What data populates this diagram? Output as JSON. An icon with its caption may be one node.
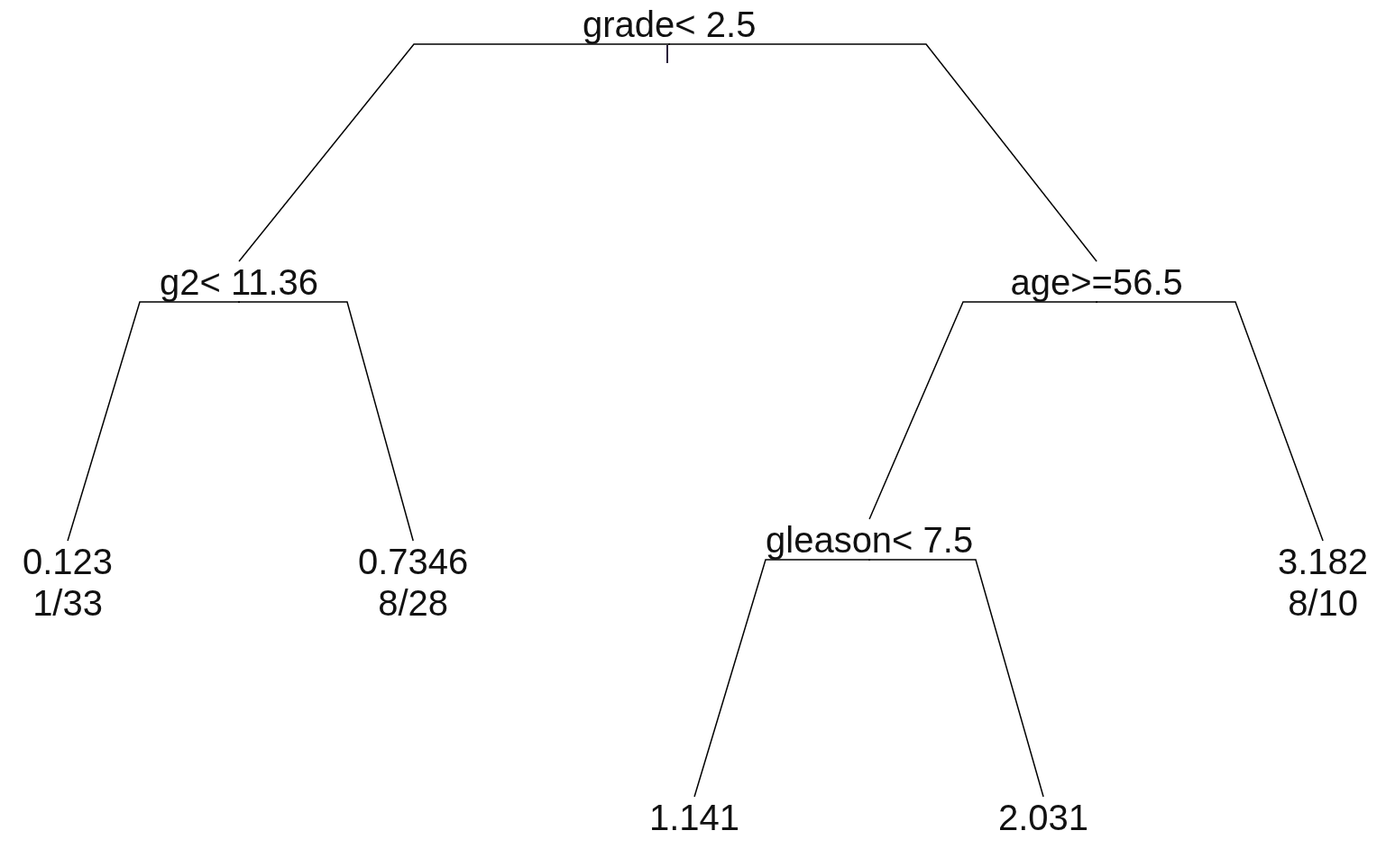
{
  "diagram": {
    "nodes": [
      {
        "text": [
          "grade< 2.5"
        ]
      },
      {
        "text": [
          "g2< 11.36"
        ]
      },
      {
        "text": [
          "0.123",
          "1/33"
        ]
      },
      {
        "text": [
          "0.7346",
          "8/28"
        ]
      },
      {
        "text": [
          "age>=56.5"
        ]
      },
      {
        "text": [
          "gleason< 7.5"
        ]
      },
      {
        "text": [
          "1.141"
        ]
      },
      {
        "text": [
          "2.031"
        ]
      },
      {
        "text": [
          "3.182",
          "8/10"
        ]
      }
    ],
    "edges": [
      {
        "from": 0,
        "to": 1,
        "arrow": "none"
      },
      {
        "from": 1,
        "to": 2,
        "arrow": "none"
      },
      {
        "from": 1,
        "to": 3,
        "arrow": "none"
      },
      {
        "from": 0,
        "to": 4,
        "arrow": "none"
      },
      {
        "from": 4,
        "to": 5,
        "arrow": "none"
      },
      {
        "from": 5,
        "to": 6,
        "arrow": "none"
      },
      {
        "from": 5,
        "to": 7,
        "arrow": "none"
      },
      {
        "from": 4,
        "to": 8,
        "arrow": "none"
      }
    ]
  }
}
